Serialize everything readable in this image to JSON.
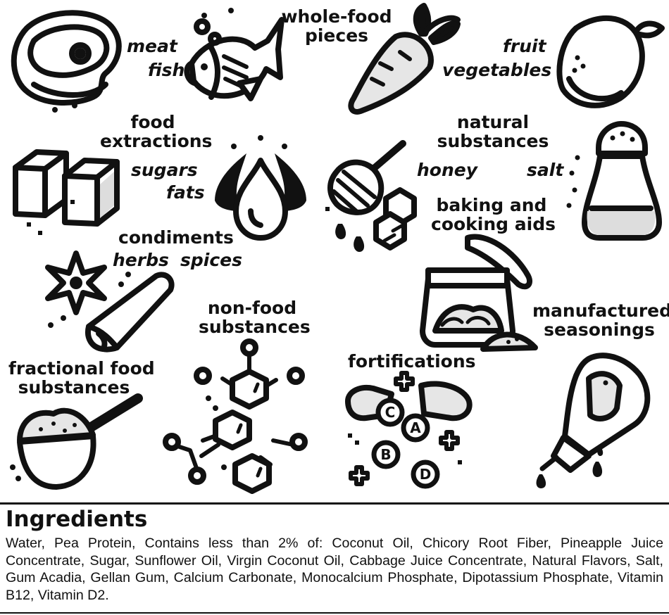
{
  "labels": {
    "meat": "meat",
    "fish": "fish",
    "whole_food_line1": "whole-food",
    "whole_food_line2": "pieces",
    "fruit": "fruit",
    "vegetables": "vegetables",
    "food_extractions_line1": "food",
    "food_extractions_line2": "extractions",
    "sugars": "sugars",
    "fats": "fats",
    "natural_substances_line1": "natural",
    "natural_substances_line2": "substances",
    "honey": "honey",
    "salt": "salt",
    "baking_line1": "baking and",
    "baking_line2": "cooking aids",
    "condiments": "condiments",
    "herbs": "herbs",
    "spices": "spices",
    "manufactured_line1": "manufactured",
    "manufactured_line2": "seasonings",
    "non_food_line1": "non-food",
    "non_food_line2": "substances",
    "fractional_line1": "fractional food",
    "fractional_line2": "substances",
    "fortifications": "fortifications"
  },
  "vitamin_letters": [
    "C",
    "A",
    "B",
    "D"
  ],
  "ingredients": {
    "title": "Ingredients",
    "text": "Water, Pea Protein, Contains less than 2% of: Coconut Oil, Chicory Root Fiber, Pineapple Juice Concentrate, Sugar, Sunflower Oil, Virgin Coconut Oil, Cabbage Juice Concentrate, Natural Flavors, Salt, Gum Acadia, Gellan Gum, Calcium Carbonate, Monocalcium Phosphate, Dipotassium Phosphate, Vitamin B12, Vitamin D2."
  }
}
